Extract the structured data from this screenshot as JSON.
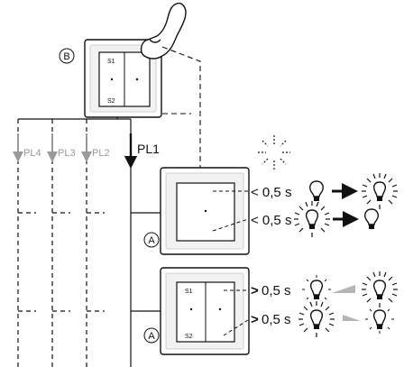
{
  "labels": {
    "marker_b": "B",
    "marker_a_top": "A",
    "marker_a_bottom": "A",
    "pl1": "PL1",
    "pl2": "PL2",
    "pl3": "PL3",
    "pl4": "PL4",
    "s1_top": "S1",
    "s2_top": "S2",
    "s1_bottom": "S1",
    "s2_bottom": "S2"
  },
  "timing": {
    "row1": "< 0,5 s",
    "row2": "< 0,5 s",
    "row3_sign": ">",
    "row3_value": "0,5 s",
    "row4_sign": ">",
    "row4_value": "0,5 s"
  },
  "icons": {
    "row1": [
      "bulb-off-icon",
      "arrow-right-icon",
      "bulb-on-icon"
    ],
    "row2": [
      "bulb-on-icon",
      "arrow-right-icon",
      "bulb-off-icon"
    ],
    "row3": [
      "bulb-dim-icon",
      "dim-up-ramp-icon",
      "bulb-on-icon"
    ],
    "row4": [
      "bulb-on-icon",
      "dim-down-ramp-icon",
      "bulb-dim-icon"
    ]
  },
  "colors": {
    "line": "#111111",
    "secondary": "#9a9a9a",
    "frame": "#cfcfcf"
  }
}
